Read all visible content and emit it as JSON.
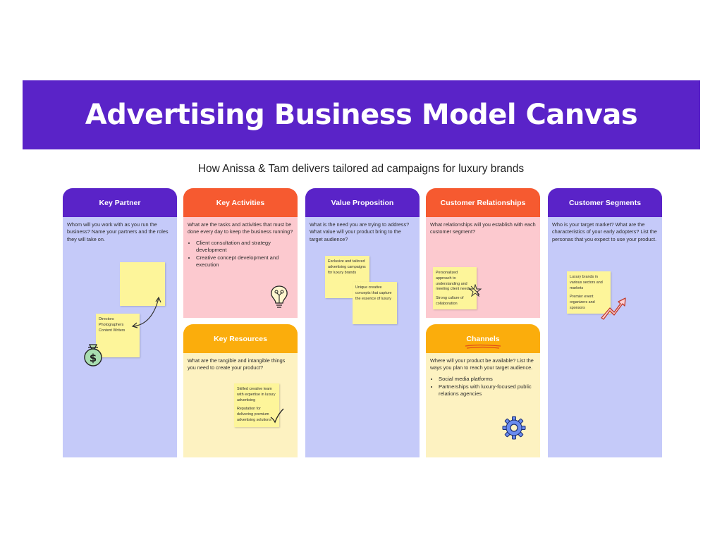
{
  "title": "Advertising Business Model Canvas",
  "subtitle": "How Anissa & Tam delivers tailored ad campaigns for luxury brands",
  "colors": {
    "banner": "#5a23c8",
    "header_purple": "#5a23c8",
    "header_orange": "#f65a30",
    "header_gold": "#fbad0c",
    "lavender": "#c5caf9",
    "pink": "#fcc9cf",
    "cream": "#fdf2c1",
    "sticky": "#fdf59a"
  },
  "key_partner": {
    "title": "Key Partner",
    "prompt": "Whom will you work with as you run the business? Name your partners and the roles they will take on.",
    "note_lines": [
      "Directors",
      "Photographers",
      "Content Writers"
    ],
    "icon": "money-bag-icon"
  },
  "key_activities": {
    "title": "Key Activities",
    "prompt": "What are the tasks and activities that must be done every day to keep the business running?",
    "bullets": [
      "Client consultation and strategy development",
      "Creative concept development and execution"
    ],
    "icon": "lightbulb-icon"
  },
  "key_resources": {
    "title": "Key Resources",
    "prompt": "What are the tangible and intangible things you need to create your product?",
    "note_1": "Skilled creative team with expertise in luxury advertising",
    "note_2": "Reputation for delivering premium advertising solutions",
    "icon": "checkmark-icon"
  },
  "value_proposition": {
    "title": "Value Proposition",
    "prompt": "What is the need you are trying to address? What value will your product bring to the target audience?",
    "note_1": "Exclusive and tailored advertising campaigns for luxury brands",
    "note_2": "Unique creative concepts that capture the essence of luxury"
  },
  "customer_relationships": {
    "title": "Customer Relationships",
    "prompt": "What relationships will you establish with each customer segment?",
    "note_1": "Personalized approach to understanding and meeting client needs",
    "note_2": "Strong culture of collaboration",
    "icon": "star-doodle-icon"
  },
  "channels": {
    "title": "Channels",
    "prompt": "Where will your product be available? List the ways you plan to reach your target audience.",
    "bullets": [
      "Social media platforms",
      "Partnerships with luxury-focused public relations agencies"
    ],
    "icon": "gear-icon"
  },
  "customer_segments": {
    "title": "Customer Segments",
    "prompt": "Who is your target market? What are the characteristics of your early adopters? List the personas that you expect to use your product.",
    "note_1": "Luxury brands in various sectors and markets",
    "note_2": "Premier event organizers and sponsors",
    "icon": "trend-arrow-icon"
  }
}
